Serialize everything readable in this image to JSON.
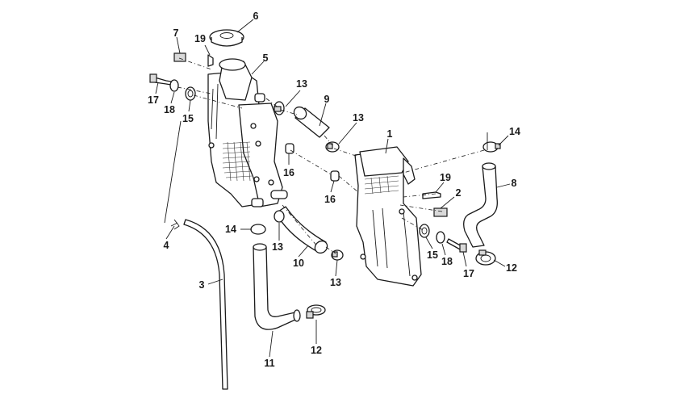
{
  "callouts": {
    "c1": "1",
    "c2": "2",
    "c3": "3",
    "c4": "4",
    "c5": "5",
    "c6": "6",
    "c7": "7",
    "c8": "8",
    "c9": "9",
    "c10": "10",
    "c11": "11",
    "c12a": "12",
    "c12b": "12",
    "c13a": "13",
    "c13b": "13",
    "c13c": "13",
    "c13d": "13",
    "c14a": "14",
    "c14b": "14",
    "c15a": "15",
    "c15b": "15",
    "c16a": "16",
    "c16b": "16",
    "c17a": "17",
    "c17b": "17",
    "c18a": "18",
    "c18b": "18",
    "c19a": "19",
    "c19b": "19"
  },
  "colors": {
    "line": "#1a1a1a",
    "background": "#ffffff"
  }
}
